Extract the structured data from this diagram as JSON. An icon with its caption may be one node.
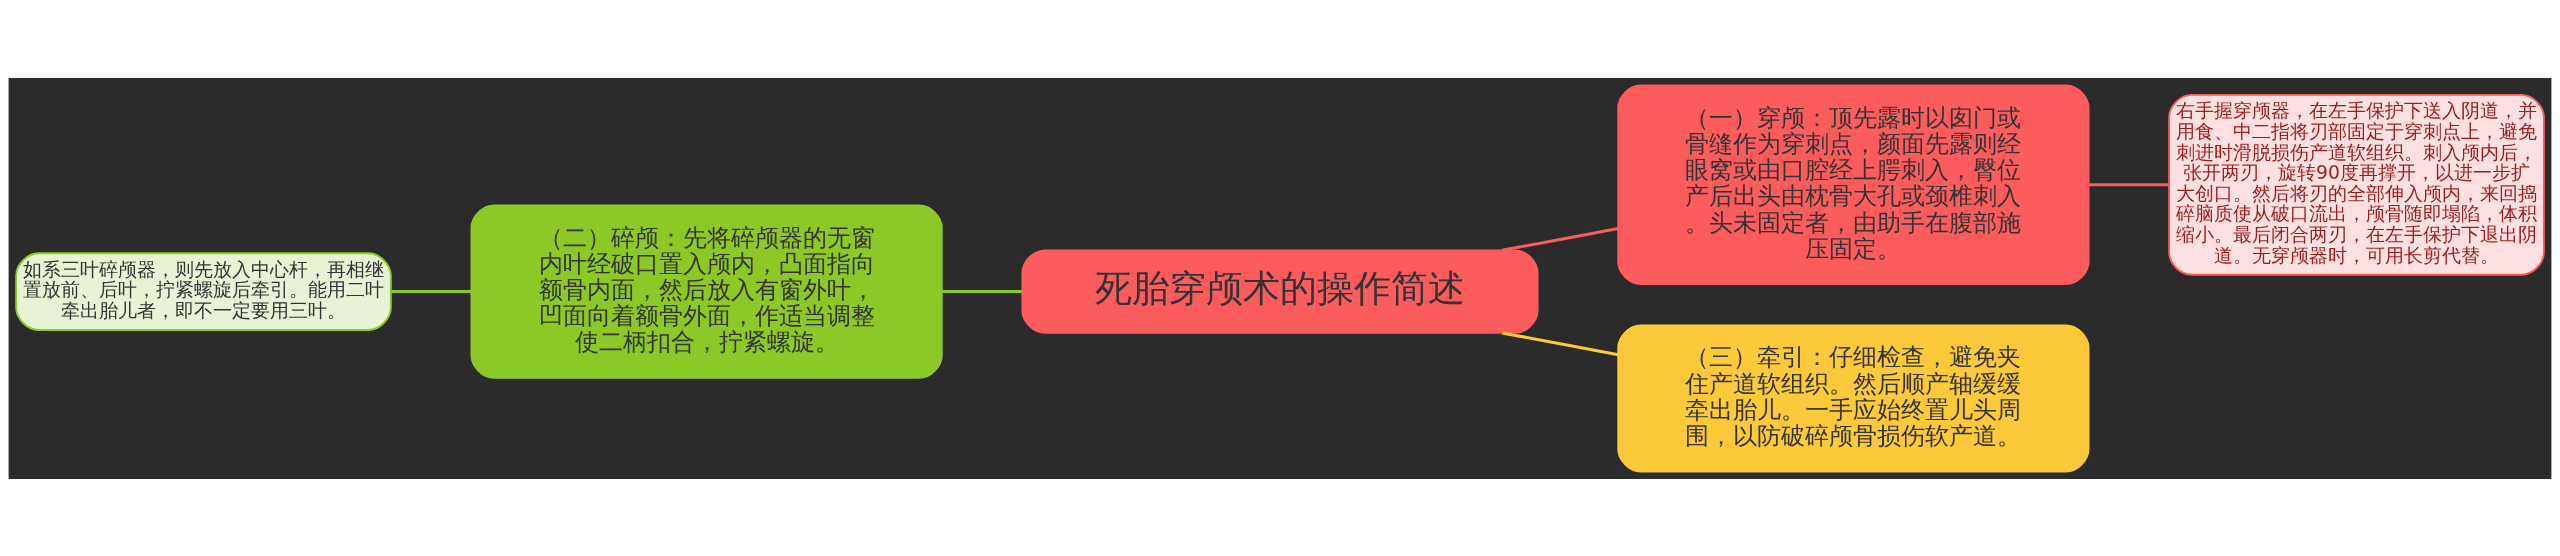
{
  "diagram": {
    "nodes": [
      {
        "text": [
          "死胎穿颅术的操作简述"
        ]
      },
      {
        "text": [
          "（二）碎颅：先将碎颅器的无窗内叶经破口置入颅内，凸面指向额骨内面，然后放入有窗外叶，凹面向着额骨外面，作适当调整使二柄扣合，拧紧螺旋。"
        ]
      },
      {
        "text": [
          "如系三叶碎颅器，则先放入中心杆，再相继置放前、后叶，拧紧螺旋后牵引。能用二叶牵出胎儿者，即不一定要用三叶。"
        ]
      },
      {
        "text": [
          "（一）穿颅：顶先露时以囱门或骨缝作为穿刺点，颜面先露则经眼窝或由口腔经上腭刺入，臀位产后出头由枕骨大孔或颈椎刺入。头未固定者，由助手在腹部施压固定。"
        ]
      },
      {
        "text": [
          "右手握穿颅器，在左手保护下送入阴道，并用食、中二指将刃部固定于穿刺点上，避免刺进时滑脱损伤产道软组织。刺入颅内后，张开两刃，旋转90度再撑开，以进一步扩大创口。然后将刃的全部伸入颅内，来回捣碎脑质使从破口流出，颅骨随即塌陷，体积缩小。最后闭合两刃，在左手保护下退出阴道。无穿颅器时，可用长剪代替。"
        ]
      },
      {
        "text": [
          "（三）牵引：仔细检查，避免夹住产道软组织。然后顺产轴缓缓牵出胎儿。一手应始终置儿头周围，以防破碎颅骨损伤软产道。"
        ]
      }
    ],
    "edges": [
      {
        "from": 0,
        "to": 1,
        "arrow": "none",
        "color": "#8cc826"
      },
      {
        "from": 1,
        "to": 2,
        "arrow": "none",
        "color": "#8cc826"
      },
      {
        "from": 0,
        "to": 3,
        "arrow": "none",
        "color": "#fc5c5e"
      },
      {
        "from": 3,
        "to": 4,
        "arrow": "none",
        "color": "#fc5c5e"
      },
      {
        "from": 0,
        "to": 5,
        "arrow": "none",
        "color": "#fcc93b"
      }
    ]
  }
}
